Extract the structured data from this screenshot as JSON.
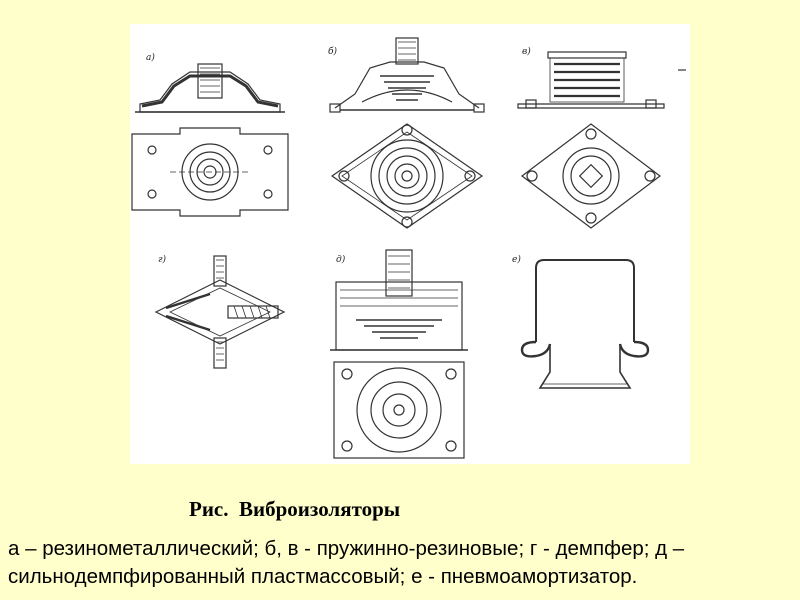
{
  "figure": {
    "panel_labels": [
      "а)",
      "б)",
      "в)",
      "г)",
      "д)",
      "е)"
    ]
  },
  "caption": {
    "prefix": "Рис.",
    "title": "Виброизоляторы"
  },
  "legend": {
    "text": "а – резинометаллический; б, в - пружинно-резиновые; г - демпфер; д – сильнодемпфированный пластмассовый; е - пневмоамортизатор."
  }
}
